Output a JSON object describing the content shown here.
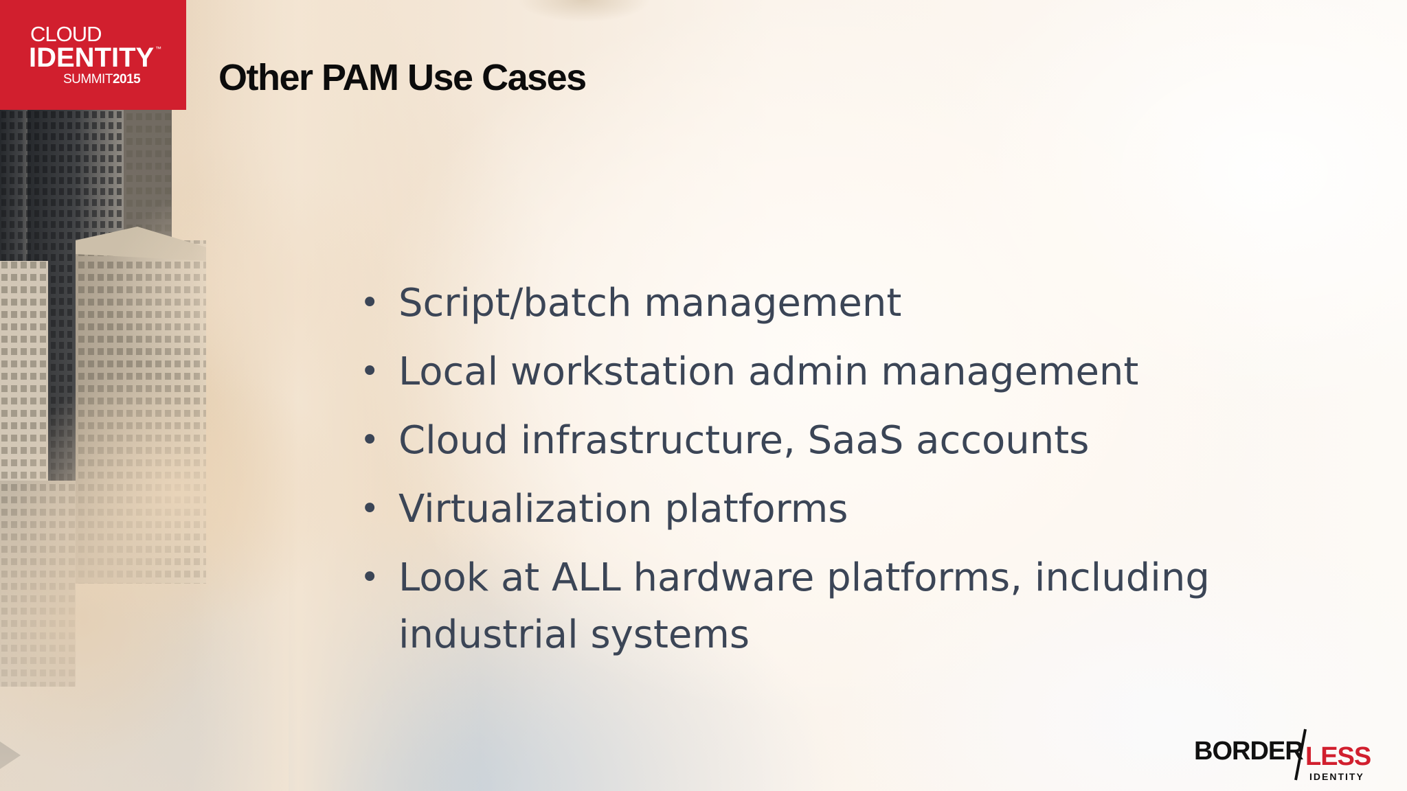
{
  "logo": {
    "line1": "CLOUD",
    "line2": "IDENTITY",
    "line3_a": "SUMMIT",
    "line3_b": "2015",
    "trademark": "™",
    "color": "#d11f2e"
  },
  "slide": {
    "title": "Other PAM Use Cases",
    "bullets": [
      {
        "text": "Script/batch management"
      },
      {
        "text": "Local workstation admin management"
      },
      {
        "text": "Cloud infrastructure, SaaS accounts"
      },
      {
        "text": "Virtualization platforms"
      },
      {
        "text": "Look at ALL hardware platforms, including industrial systems"
      }
    ],
    "bullet_symbol": "•",
    "text_color": "#3b4556"
  },
  "footer_logo": {
    "word_a": "BORDER",
    "word_b": "LESS",
    "sub": "IDENTITY",
    "accent": "#d11f2e"
  }
}
